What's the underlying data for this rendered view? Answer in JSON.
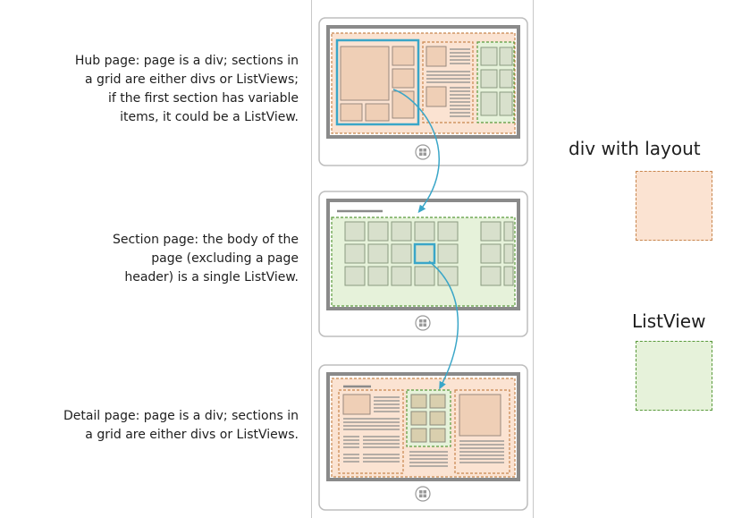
{
  "descriptions": {
    "hub": [
      "Hub page: page is a div; sections in",
      "a grid are either divs or ListViews;",
      "if the first section has variable",
      "items, it could be a ListView."
    ],
    "section": [
      "Section page: the body of the",
      "page (excluding a page",
      "header) is a single ListView."
    ],
    "detail": [
      "Detail page: page is a div; sections in",
      "a grid are either divs or ListViews."
    ]
  },
  "legend": {
    "div_label": "div with layout",
    "listview_label": "ListView"
  },
  "colors": {
    "div_fill": "#fbe3d2",
    "div_border": "#c8864e",
    "listview_fill": "#e6f2da",
    "listview_border": "#5a9a3c",
    "navigation_arrow": "#3aa6c8",
    "device_frame": "#8a8a8a"
  },
  "icons": {
    "device_button": "windows-logo-icon",
    "navigation": "curved-arrow-icon"
  }
}
